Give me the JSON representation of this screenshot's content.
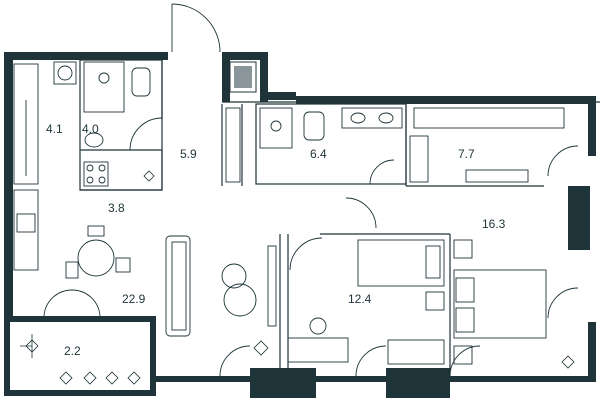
{
  "rooms": [
    {
      "id": "closet",
      "area": "4.1"
    },
    {
      "id": "bathroom-1",
      "area": "4.0"
    },
    {
      "id": "hallway",
      "area": "5.9"
    },
    {
      "id": "bathroom-2",
      "area": "6.4"
    },
    {
      "id": "dressing-room",
      "area": "7.7"
    },
    {
      "id": "kitchen",
      "area": "3.8"
    },
    {
      "id": "bedroom-main",
      "area": "16.3"
    },
    {
      "id": "living-room",
      "area": "22.9"
    },
    {
      "id": "bedroom-second",
      "area": "12.4"
    },
    {
      "id": "balcony",
      "area": "2.2"
    }
  ],
  "colors": {
    "wall": "#1e3438",
    "background": "#ffffff"
  }
}
